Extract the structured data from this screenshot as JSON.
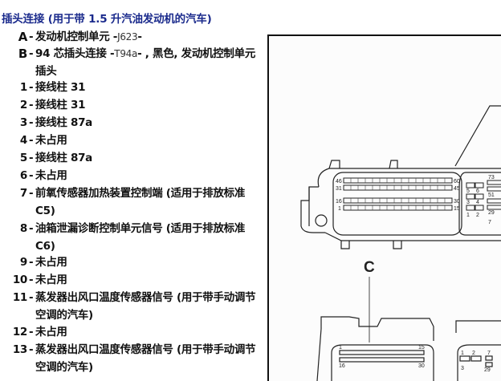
{
  "heading": "插头连接 (用于带 1.5 升汽油发动机的汽车)",
  "legend": [
    {
      "key": "A",
      "parts": [
        {
          "t": "发动机控制单元 -"
        },
        {
          "t": "J623",
          "ref": true
        },
        {
          "t": "-"
        }
      ]
    },
    {
      "key": "B",
      "parts": [
        {
          "t": "94 芯插头连接 -"
        },
        {
          "t": "T94a",
          "ref": true
        },
        {
          "t": "- , 黑色, 发动机控制单元插头"
        }
      ]
    },
    {
      "key": "1",
      "text": "接线柱 31"
    },
    {
      "key": "2",
      "text": "接线柱 31"
    },
    {
      "key": "3",
      "text": "接线柱 87a"
    },
    {
      "key": "4",
      "text": "未占用"
    },
    {
      "key": "5",
      "text": "接线柱 87a"
    },
    {
      "key": "6",
      "text": "未占用"
    },
    {
      "key": "7",
      "text": "前氧传感器加热装置控制端 (适用于排放标准 C5)"
    },
    {
      "key": "8",
      "text": "油箱泄漏诊断控制单元信号 (适用于排放标准 C6)"
    },
    {
      "key": "9",
      "text": "未占用"
    },
    {
      "key": "10",
      "text": "未占用"
    },
    {
      "key": "11",
      "text": "蒸发器出风口温度传感器信号 (用于带手动调节空调的汽车)"
    },
    {
      "key": "12",
      "text": "未占用"
    },
    {
      "key": "13",
      "text": "蒸发器出风口温度传感器信号 (用于带手动调节空调的汽车)"
    }
  ],
  "figure": {
    "label_c": "C",
    "connector_b_pins": {
      "row1": [
        "46",
        "60"
      ],
      "row2": [
        "31",
        "45"
      ],
      "row3": [
        "16",
        "30"
      ],
      "row4": [
        "1",
        "15"
      ]
    },
    "connector_right_pins": [
      "73",
      "5",
      "6",
      "51",
      "3",
      "4",
      "29",
      "1",
      "2",
      "7"
    ],
    "connector_c_pins": [
      "1",
      "15",
      "16",
      "30"
    ],
    "connector_c2_pins": [
      "1",
      "2",
      "7",
      "3",
      "29"
    ]
  },
  "colors": {
    "heading": "#1a2a8c",
    "text": "#111111"
  }
}
